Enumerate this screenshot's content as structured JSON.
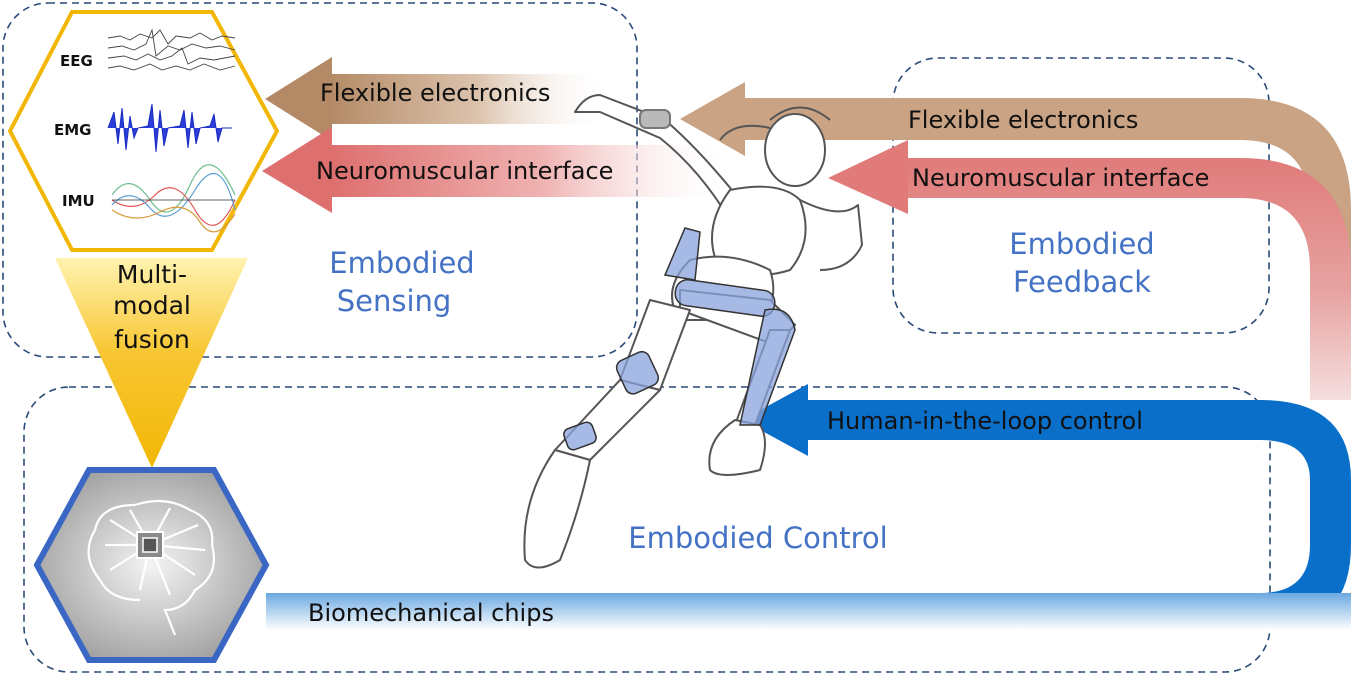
{
  "signals": {
    "eeg": "EEG",
    "emg": "EMG",
    "imu": "IMU"
  },
  "fusion": {
    "line1": "Multi-",
    "line2": "modal",
    "line3": "fusion"
  },
  "regions": {
    "sensing": {
      "line1": "Embodied",
      "line2": "Sensing"
    },
    "feedback": {
      "line1": "Embodied",
      "line2": "Feedback"
    },
    "control": {
      "label": "Embodied Control"
    }
  },
  "channels": {
    "flexible_left": "Flexible electronics",
    "neuro_left": "Neuromuscular interface",
    "flexible_right": "Flexible electronics",
    "neuro_right": "Neuromuscular interface",
    "human_loop": "Human-in-the-loop control",
    "chips": "Biomechanical chips"
  },
  "colors": {
    "flexible": "#c4a07f",
    "neuro": "#e07b7a",
    "control": "#0a6fc9",
    "region_text": "#4472c4",
    "hex_gold": "#f2b705",
    "hex_blue": "#3a66c4",
    "dash": "#2a4a7a"
  },
  "icons": {
    "chip_brain": "chip-brain-icon",
    "runner": "runner-figure"
  }
}
